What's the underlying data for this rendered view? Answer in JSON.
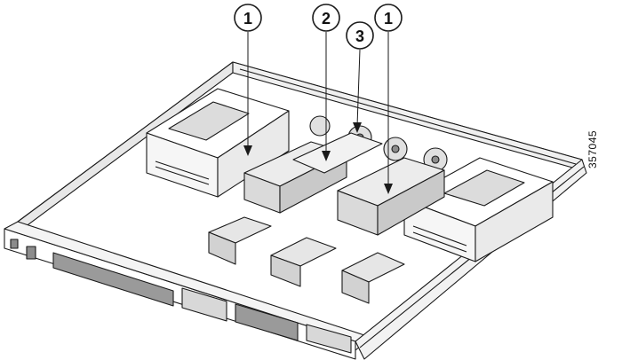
{
  "callouts": [
    {
      "id": "callout-1-left",
      "label": "1"
    },
    {
      "id": "callout-2",
      "label": "2"
    },
    {
      "id": "callout-3",
      "label": "3"
    },
    {
      "id": "callout-1-right",
      "label": "1"
    }
  ],
  "figure_id": "357045",
  "colors": {
    "line": "#1a1a1a",
    "fill": "#ffffff",
    "shade": "#d9d9d9",
    "dark": "#8c8c8c"
  }
}
